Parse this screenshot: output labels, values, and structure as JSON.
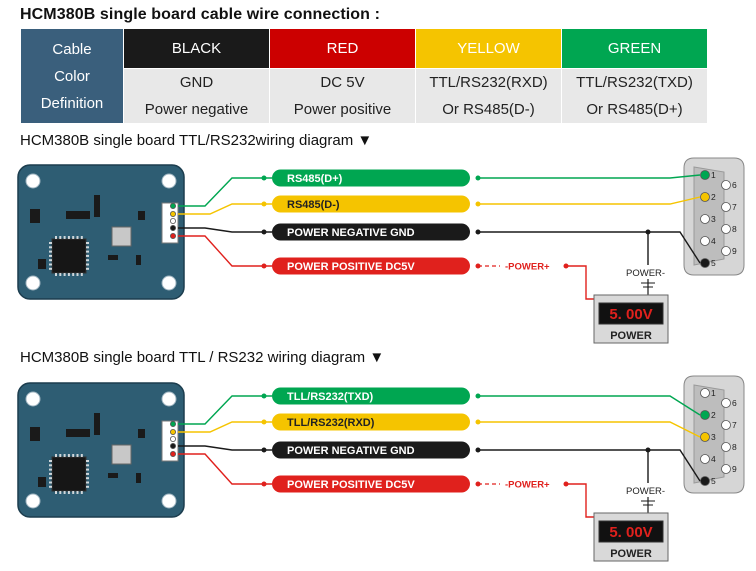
{
  "title": "HCM380B single board cable wire connection :",
  "legend": {
    "header": [
      "Cable",
      "Color",
      "Definition"
    ],
    "colors": [
      {
        "label": "BLACK",
        "bg": "#1a1a1a",
        "fg": "#ffffff"
      },
      {
        "label": "RED",
        "bg": "#cc0000",
        "fg": "#ffffff"
      },
      {
        "label": "YELLOW",
        "bg": "#f5c400",
        "fg": "#ffffff"
      },
      {
        "label": "GREEN",
        "bg": "#00a651",
        "fg": "#ffffff"
      }
    ],
    "definitions": [
      [
        "GND",
        "Power negative"
      ],
      [
        "DC 5V",
        "Power positive"
      ],
      [
        "TTL/RS232(RXD)",
        "Or RS485(D-)"
      ],
      [
        "TTL/RS232(TXD)",
        "Or RS485(D+)"
      ]
    ]
  },
  "diagrams": [
    {
      "heading": "HCM380B single board TTL/RS232wiring diagram ▼",
      "wires": [
        {
          "label": "RS485(D+)",
          "color": "#00a651",
          "text_color": "#ffffff"
        },
        {
          "label": "RS485(D-)",
          "color": "#f5c400",
          "text_color": "#222222"
        },
        {
          "label": "POWER NEGATIVE GND",
          "color": "#1a1a1a",
          "text_color": "#ffffff"
        },
        {
          "label": "POWER POSITIVE DC5V",
          "color": "#e0211d",
          "text_color": "#ffffff"
        }
      ],
      "power_plus": "-POWER+",
      "power_minus": "POWER-",
      "display_value": "5. 00V",
      "power_label": "POWER",
      "pins": [
        {
          "num": "1",
          "color": "#00a651"
        },
        {
          "num": "2",
          "color": "#f5c400"
        },
        {
          "num": "3",
          "color": "#ffffff"
        },
        {
          "num": "4",
          "color": "#ffffff"
        },
        {
          "num": "5",
          "color": "#1a1a1a"
        },
        {
          "num": "6",
          "color": "#ffffff"
        },
        {
          "num": "7",
          "color": "#ffffff"
        },
        {
          "num": "8",
          "color": "#ffffff"
        },
        {
          "num": "9",
          "color": "#ffffff"
        }
      ]
    },
    {
      "heading": "HCM380B single board TTL / RS232 wiring diagram  ▼",
      "wires": [
        {
          "label": "TLL/RS232(TXD)",
          "color": "#00a651",
          "text_color": "#ffffff"
        },
        {
          "label": "TLL/RS232(RXD)",
          "color": "#f5c400",
          "text_color": "#222222"
        },
        {
          "label": "POWER NEGATIVE GND",
          "color": "#1a1a1a",
          "text_color": "#ffffff"
        },
        {
          "label": "POWER POSITIVE DC5V",
          "color": "#e0211d",
          "text_color": "#ffffff"
        }
      ],
      "power_plus": "-POWER+",
      "power_minus": "POWER-",
      "display_value": "5. 00V",
      "power_label": "POWER",
      "pins": [
        {
          "num": "1",
          "color": "#ffffff"
        },
        {
          "num": "2",
          "color": "#00a651"
        },
        {
          "num": "3",
          "color": "#f5c400"
        },
        {
          "num": "4",
          "color": "#ffffff"
        },
        {
          "num": "5",
          "color": "#1a1a1a"
        },
        {
          "num": "6",
          "color": "#ffffff"
        },
        {
          "num": "7",
          "color": "#ffffff"
        },
        {
          "num": "8",
          "color": "#ffffff"
        },
        {
          "num": "9",
          "color": "#ffffff"
        }
      ]
    }
  ]
}
